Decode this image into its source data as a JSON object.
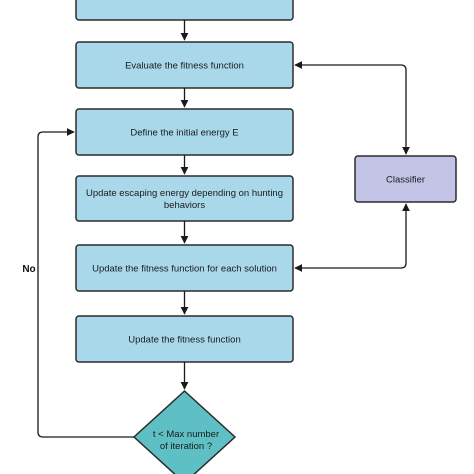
{
  "diagram": {
    "nodes": {
      "top_partial": "",
      "evaluate": "Evaluate the fitness function",
      "define_energy": "Define the initial energy E",
      "update_escaping_1": "Update escaping energy depending on hunting",
      "update_escaping_2": "behaviors",
      "update_each": "Update the fitness function for each solution",
      "update_fitness": "Update the fitness function",
      "classifier": "Classifier",
      "decision_1": "t < Max number",
      "decision_2": "of iteration ?"
    },
    "edges": {
      "no_label": "No"
    },
    "colors": {
      "process_fill": "#a8d8ea",
      "process_stroke": "#2b2b2b",
      "classifier_fill": "#c3c3e6",
      "decision_fill": "#5ec0c4",
      "line": "#1a1a1a"
    }
  }
}
